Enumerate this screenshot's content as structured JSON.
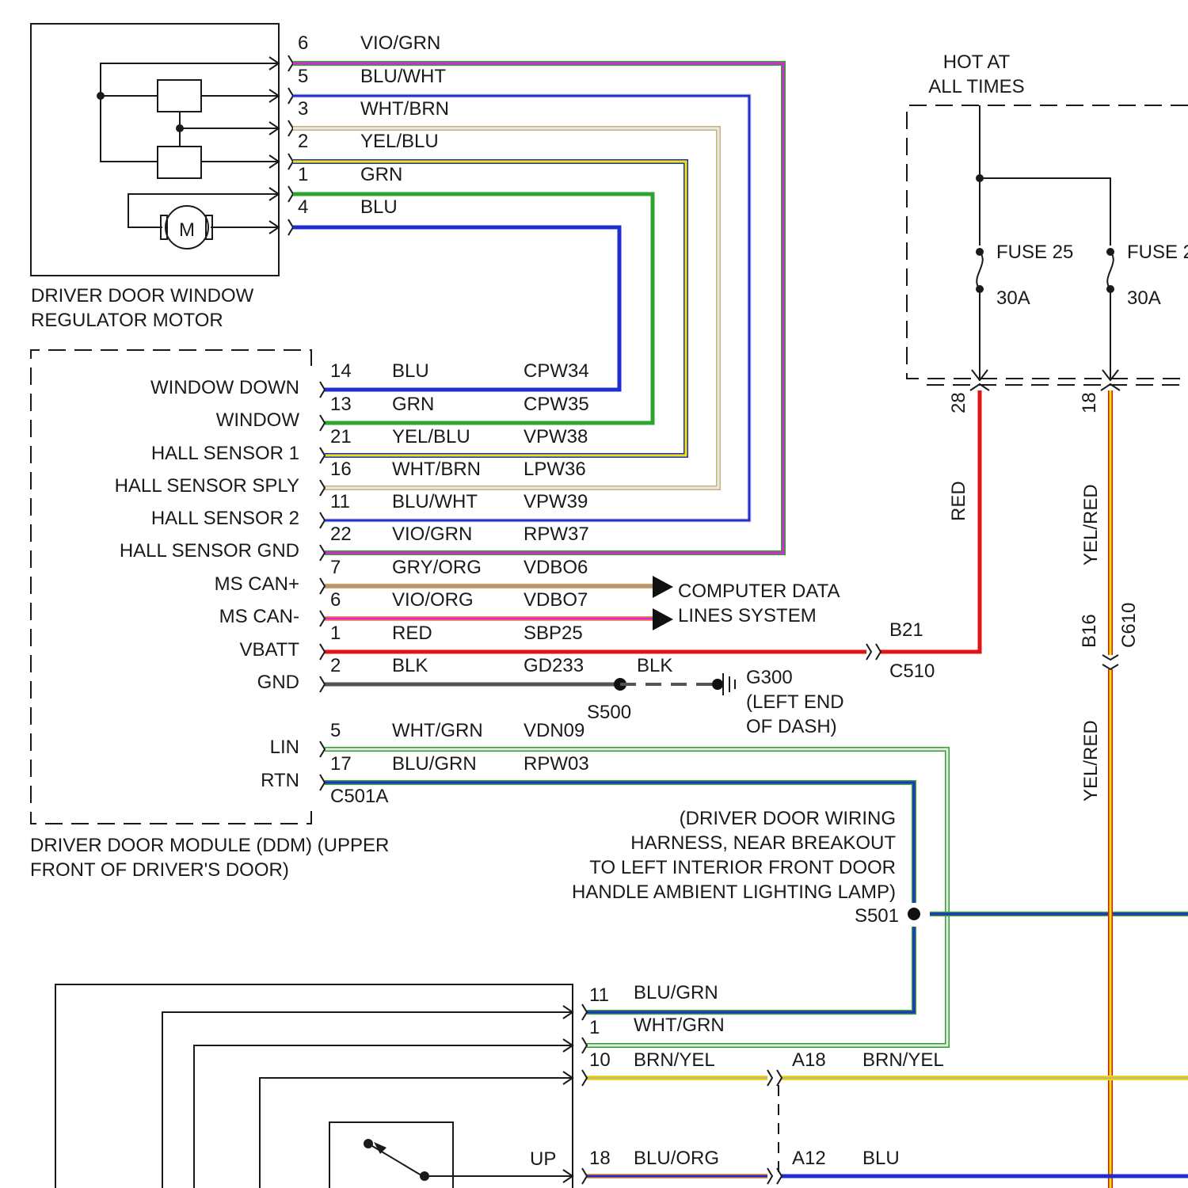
{
  "colors": {
    "VIO": "#e021e0",
    "BLU": "#1f2ed0",
    "WHT": "#e8e8e8",
    "YEL": "#f2e600",
    "GRN": "#2da52d",
    "BRN": "#c9b37a",
    "RED": "#e21515",
    "BLK": "#555555",
    "GRY": "#9a9a9a",
    "ORG": "#ee9a3d",
    "line": "#1a1a1a"
  },
  "motor": {
    "title_line1": "DRIVER DOOR WINDOW",
    "title_line2": "REGULATOR MOTOR",
    "symbol": "M",
    "pins": [
      {
        "pin": "6",
        "wire": "VIO/GRN"
      },
      {
        "pin": "5",
        "wire": "BLU/WHT"
      },
      {
        "pin": "3",
        "wire": "WHT/BRN"
      },
      {
        "pin": "2",
        "wire": "YEL/BLU"
      },
      {
        "pin": "1",
        "wire": "GRN"
      },
      {
        "pin": "4",
        "wire": "BLU"
      }
    ]
  },
  "fuse_box": {
    "hot_line1": "HOT AT",
    "hot_line2": "ALL TIMES",
    "fuses": [
      {
        "name": "FUSE 25",
        "rating": "30A",
        "pin": "28",
        "wire": "RED"
      },
      {
        "name": "FUSE 2",
        "rating": "30A",
        "pin": "18",
        "wire": "YEL/RED"
      }
    ]
  },
  "ddm": {
    "title_line1": "DRIVER DOOR MODULE (DDM) (UPPER",
    "title_line2": "FRONT OF DRIVER'S DOOR)",
    "connector": "C501A",
    "functions": [
      "WINDOW DOWN",
      "WINDOW",
      "HALL SENSOR 1",
      "HALL SENSOR SPLY",
      "HALL SENSOR 2",
      "HALL SENSOR GND",
      "MS CAN+",
      "MS CAN-",
      "VBATT",
      "GND",
      "LIN",
      "RTN"
    ],
    "pins": [
      {
        "pin": "14",
        "wire": "BLU",
        "circuit": "CPW34"
      },
      {
        "pin": "13",
        "wire": "GRN",
        "circuit": "CPW35"
      },
      {
        "pin": "21",
        "wire": "YEL/BLU",
        "circuit": "VPW38"
      },
      {
        "pin": "16",
        "wire": "WHT/BRN",
        "circuit": "LPW36"
      },
      {
        "pin": "11",
        "wire": "BLU/WHT",
        "circuit": "VPW39"
      },
      {
        "pin": "22",
        "wire": "VIO/GRN",
        "circuit": "RPW37"
      },
      {
        "pin": "7",
        "wire": "GRY/ORG",
        "circuit": "VDBO6"
      },
      {
        "pin": "6",
        "wire": "VIO/ORG",
        "circuit": "VDBO7"
      },
      {
        "pin": "1",
        "wire": "RED",
        "circuit": "SBP25"
      },
      {
        "pin": "2",
        "wire": "BLK",
        "circuit": "GD233"
      },
      {
        "pin": "5",
        "wire": "WHT/GRN",
        "circuit": "VDN09"
      },
      {
        "pin": "17",
        "wire": "BLU/GRN",
        "circuit": "RPW03"
      }
    ]
  },
  "computer_data": {
    "line1": "COMPUTER DATA",
    "line2": "LINES SYSTEM"
  },
  "ground": {
    "wire": "BLK",
    "splice": "S500",
    "name": "G300",
    "loc_line1": "(LEFT END",
    "loc_line2": "OF DASH)"
  },
  "c510": {
    "pin": "B21",
    "connector": "C510"
  },
  "c610": {
    "pin": "B16",
    "connector": "C610",
    "wire": "YEL/RED"
  },
  "s501": {
    "line1": "(DRIVER DOOR WIRING",
    "line2": "HARNESS, NEAR BREAKOUT",
    "line3": "TO LEFT INTERIOR FRONT DOOR",
    "line4": "HANDLE AMBIENT LIGHTING LAMP)",
    "name": "S501"
  },
  "switch": {
    "pins": [
      {
        "pin": "11",
        "wire": "BLU/GRN"
      },
      {
        "pin": "1",
        "wire": "WHT/GRN"
      },
      {
        "pin": "10",
        "wire": "BRN/YEL"
      },
      {
        "pin": "18",
        "wire": "BLU/ORG"
      }
    ],
    "up_label": "UP",
    "a18": {
      "pin": "A18",
      "wire": "BRN/YEL"
    },
    "a12": {
      "pin": "A12",
      "wire": "BLU"
    }
  }
}
